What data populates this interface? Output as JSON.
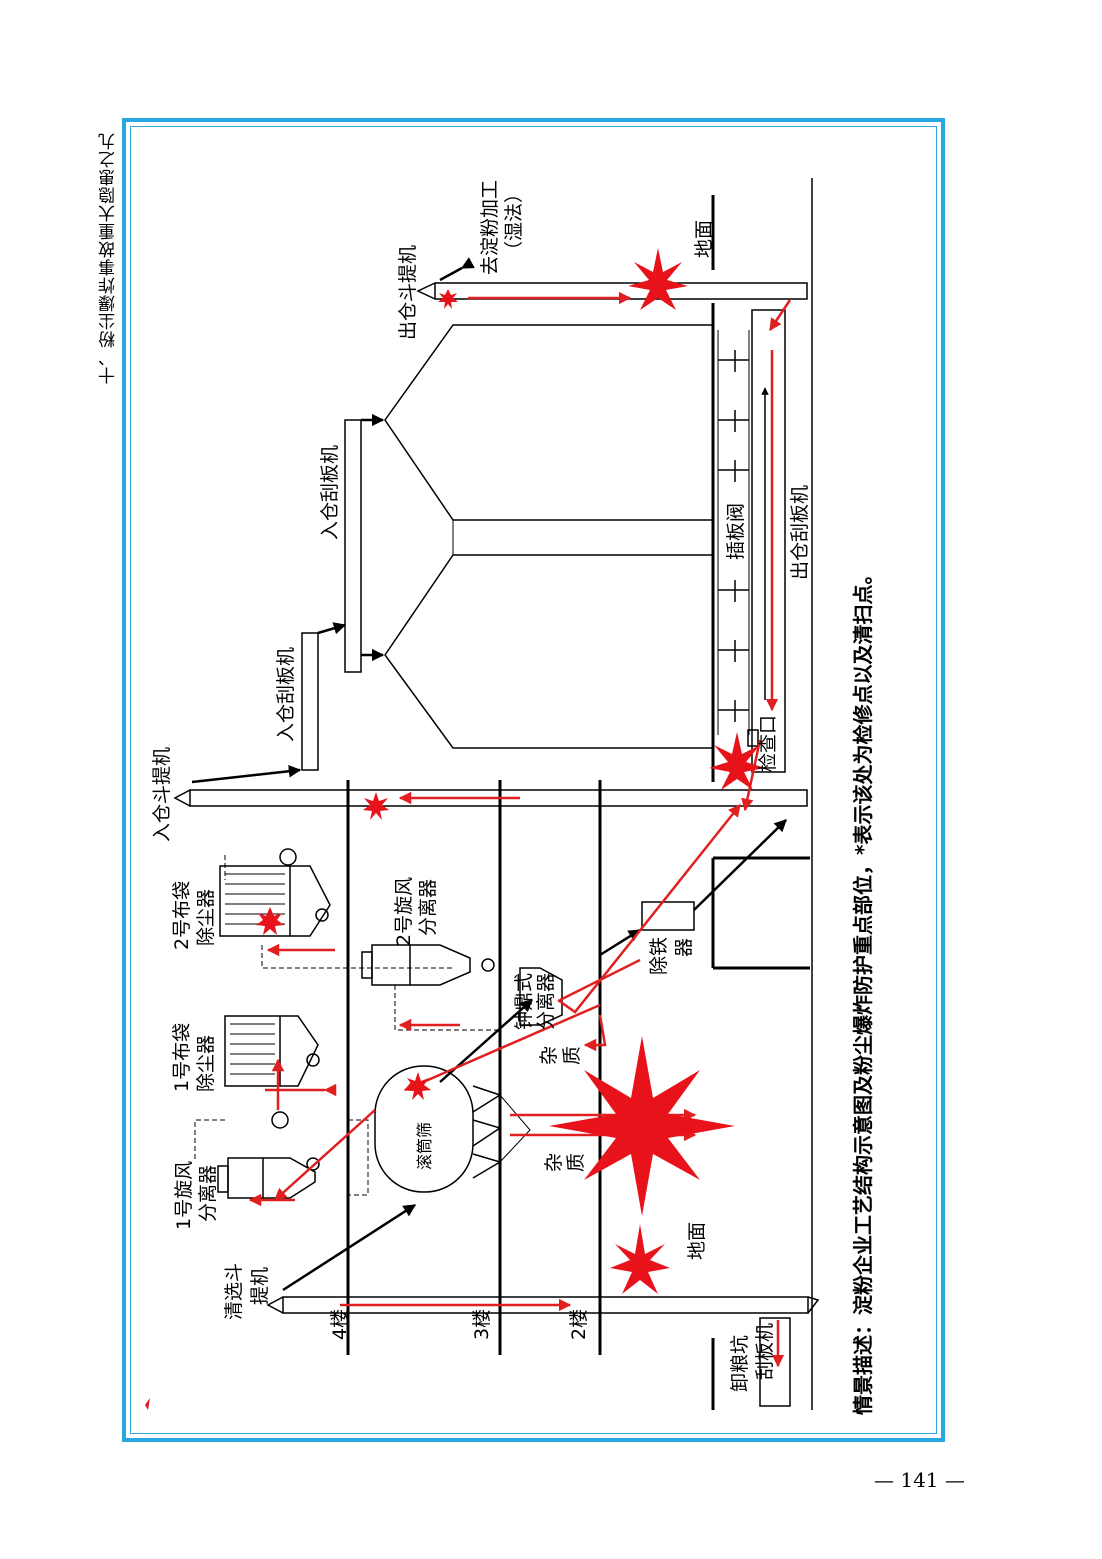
{
  "page": {
    "header": "十、粉尘爆炸事故重大隐患之九",
    "page_number": "— 141 —"
  },
  "diagram": {
    "caption": "情景描述：淀粉企业工艺结构示意图及粉尘爆炸防护重点部位，*表示该处为检修点以及清扫点。",
    "floors": {
      "floor4": "4楼",
      "floor3": "3楼",
      "floor2": "2楼"
    },
    "labels": {
      "unloading_pit_scraper_1": "卸粮坑",
      "unloading_pit_scraper_2": "刮板机",
      "cleaning_elevator_1": "清选斗",
      "cleaning_elevator_2": "提机",
      "cyclone1_1": "1号旋风",
      "cyclone1_2": "分离器",
      "bag1_1": "1号布袋",
      "bag1_2": "除尘器",
      "bag2_1": "2号布袋",
      "bag2_2": "除尘器",
      "cyclone2_1": "2号旋风",
      "cyclone2_2": "分离器",
      "drum_screen": "滚筒筛",
      "impurity_a_1": "杂",
      "impurity_a_2": "质",
      "impurity_b_1": "杂",
      "impurity_b_2": "质",
      "hopper_sep_1": "钟鼎式",
      "hopper_sep_2": "分离器",
      "iron_remover_1": "除铁",
      "iron_remover_2": "器",
      "ground_left": "地面",
      "ground_right": "地面",
      "silo_in_elevator": "入仓斗提机",
      "silo_in_scraper_lower": "入仓刮板机",
      "silo_in_scraper_upper": "入仓刮板机",
      "silo_out_elevator": "出仓斗提机",
      "wet_process_1": "去淀粉加工",
      "wet_process_2": "（湿法）",
      "gate_valve": "插板阀",
      "silo_out_scraper": "出仓刮板机",
      "inspection_port": "检查口"
    }
  },
  "colors": {
    "frame": "#29a8e0",
    "flow_arrow": "#e02020",
    "burst": "#e8131a",
    "structure": "#000000"
  }
}
